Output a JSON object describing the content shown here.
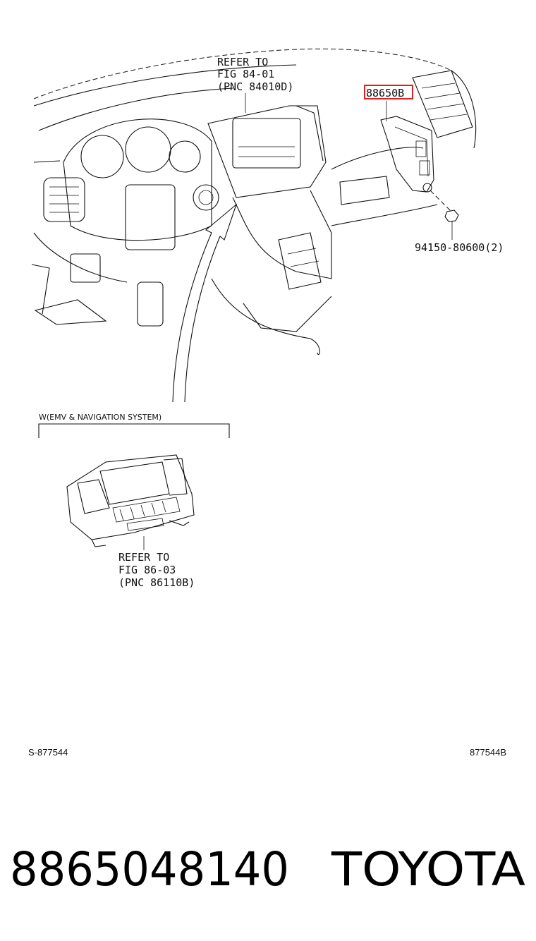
{
  "callouts": {
    "refer_top": [
      "REFER TO",
      "FIG 84-01",
      "(PNC 84010D)"
    ],
    "part_highlight": "88650B",
    "nut": "94150-80600(2)",
    "refer_inset": [
      "REFER TO",
      "FIG 86-03",
      "(PNC 86110B)"
    ]
  },
  "inset_label": "W(EMV & NAVIGATION SYSTEM)",
  "footer": {
    "left_code": "S-877544",
    "right_code": "877544B"
  },
  "product": {
    "part_number": "8865048140",
    "brand": "TOYOTA"
  },
  "colors": {
    "highlight": "#e02020",
    "ink": "#111111"
  }
}
